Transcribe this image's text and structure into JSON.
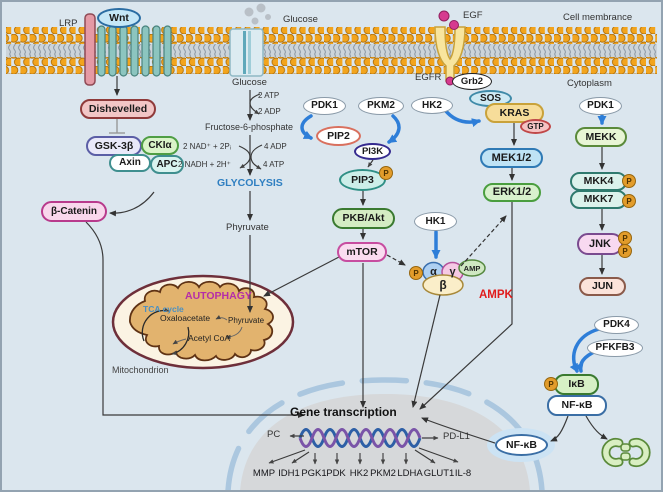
{
  "colors": {
    "background": "#dbe6ee",
    "membrane_orange": "#f2a41d",
    "blue_arrow": "#2e7ed8",
    "ampk_red": "#e01b1b",
    "autophagy_magenta": "#b52da8",
    "glycolysis_blue": "#2f7fc1",
    "tca_blue": "#4a90c2"
  },
  "membrane": {
    "lrp": "LRP",
    "wnt": "Wnt",
    "glucose_out": "Glucose",
    "egf": "EGF",
    "cell_membrane": "Cell membrance",
    "egfr": "EGFR",
    "cytoplasm": "Cytoplasm"
  },
  "wnt_pathway": {
    "dishevelled": "Dishevelled",
    "gsk3b": "GSK-3β",
    "ckia": "CKIα",
    "axin": "Axin",
    "apc": "APC",
    "b_catenin": "β-Catenin"
  },
  "glycolysis": {
    "glucose": "Glucose",
    "atp2": "2 ATP",
    "adp2": "2 ADP",
    "f6p": "Fructose-6-phosphate",
    "nad": "2 NAD⁺ + 2Pᵢ",
    "nadh": "2 NADH + 2H⁺",
    "adp4": "4 ADP",
    "atp4": "4 ATP",
    "title": "GLYCOLYSIS",
    "pyruvate": "Phyruvate"
  },
  "pi3k": {
    "pdk1": "PDK1",
    "pkm2": "PKM2",
    "hk2": "HK2",
    "pip2": "PIP2",
    "pi3k": "PI3K",
    "pip3": "PIP3",
    "pkb": "PKB/Akt",
    "mtor": "mTOR",
    "hk1": "HK1"
  },
  "ampk": {
    "alpha": "α",
    "beta": "β",
    "gamma": "γ",
    "amp": "AMP",
    "label": "AMPK"
  },
  "ras": {
    "grb2": "Grb2",
    "sos": "SOS",
    "kras": "KRAS",
    "gtp": "GTP",
    "mek": "MEK1/2",
    "erk": "ERK1/2"
  },
  "jnk": {
    "pdk1": "PDK1",
    "mekk": "MEKK",
    "mkk4": "MKK4",
    "mkk7": "MKK7",
    "jnk": "JNK",
    "jun": "JUN"
  },
  "nfkb": {
    "pdk4": "PDK4",
    "pfkfb3": "PFKFB3",
    "ikb": "IκB",
    "nfkb": "NF-κB",
    "nfkb_free": "NF-κB"
  },
  "mito": {
    "autophagy": "AUTOPHAGY",
    "tca": "TCA cycle",
    "oxaloacetate": "Oxaloacetate",
    "pyruvate": "Phyruvate",
    "acetyl_coa": "Acetyl CoA",
    "label": "Mitochondrion"
  },
  "nucleus": {
    "title": "Gene transcription",
    "pc": "PC",
    "pdl1": "PD-L1",
    "genes": [
      "MMP",
      "IDH1",
      "PGK1",
      "PDK",
      "HK2",
      "PKM2",
      "LDHA",
      "GLUT1",
      "IL-8"
    ]
  },
  "badge": {
    "p": "P"
  }
}
